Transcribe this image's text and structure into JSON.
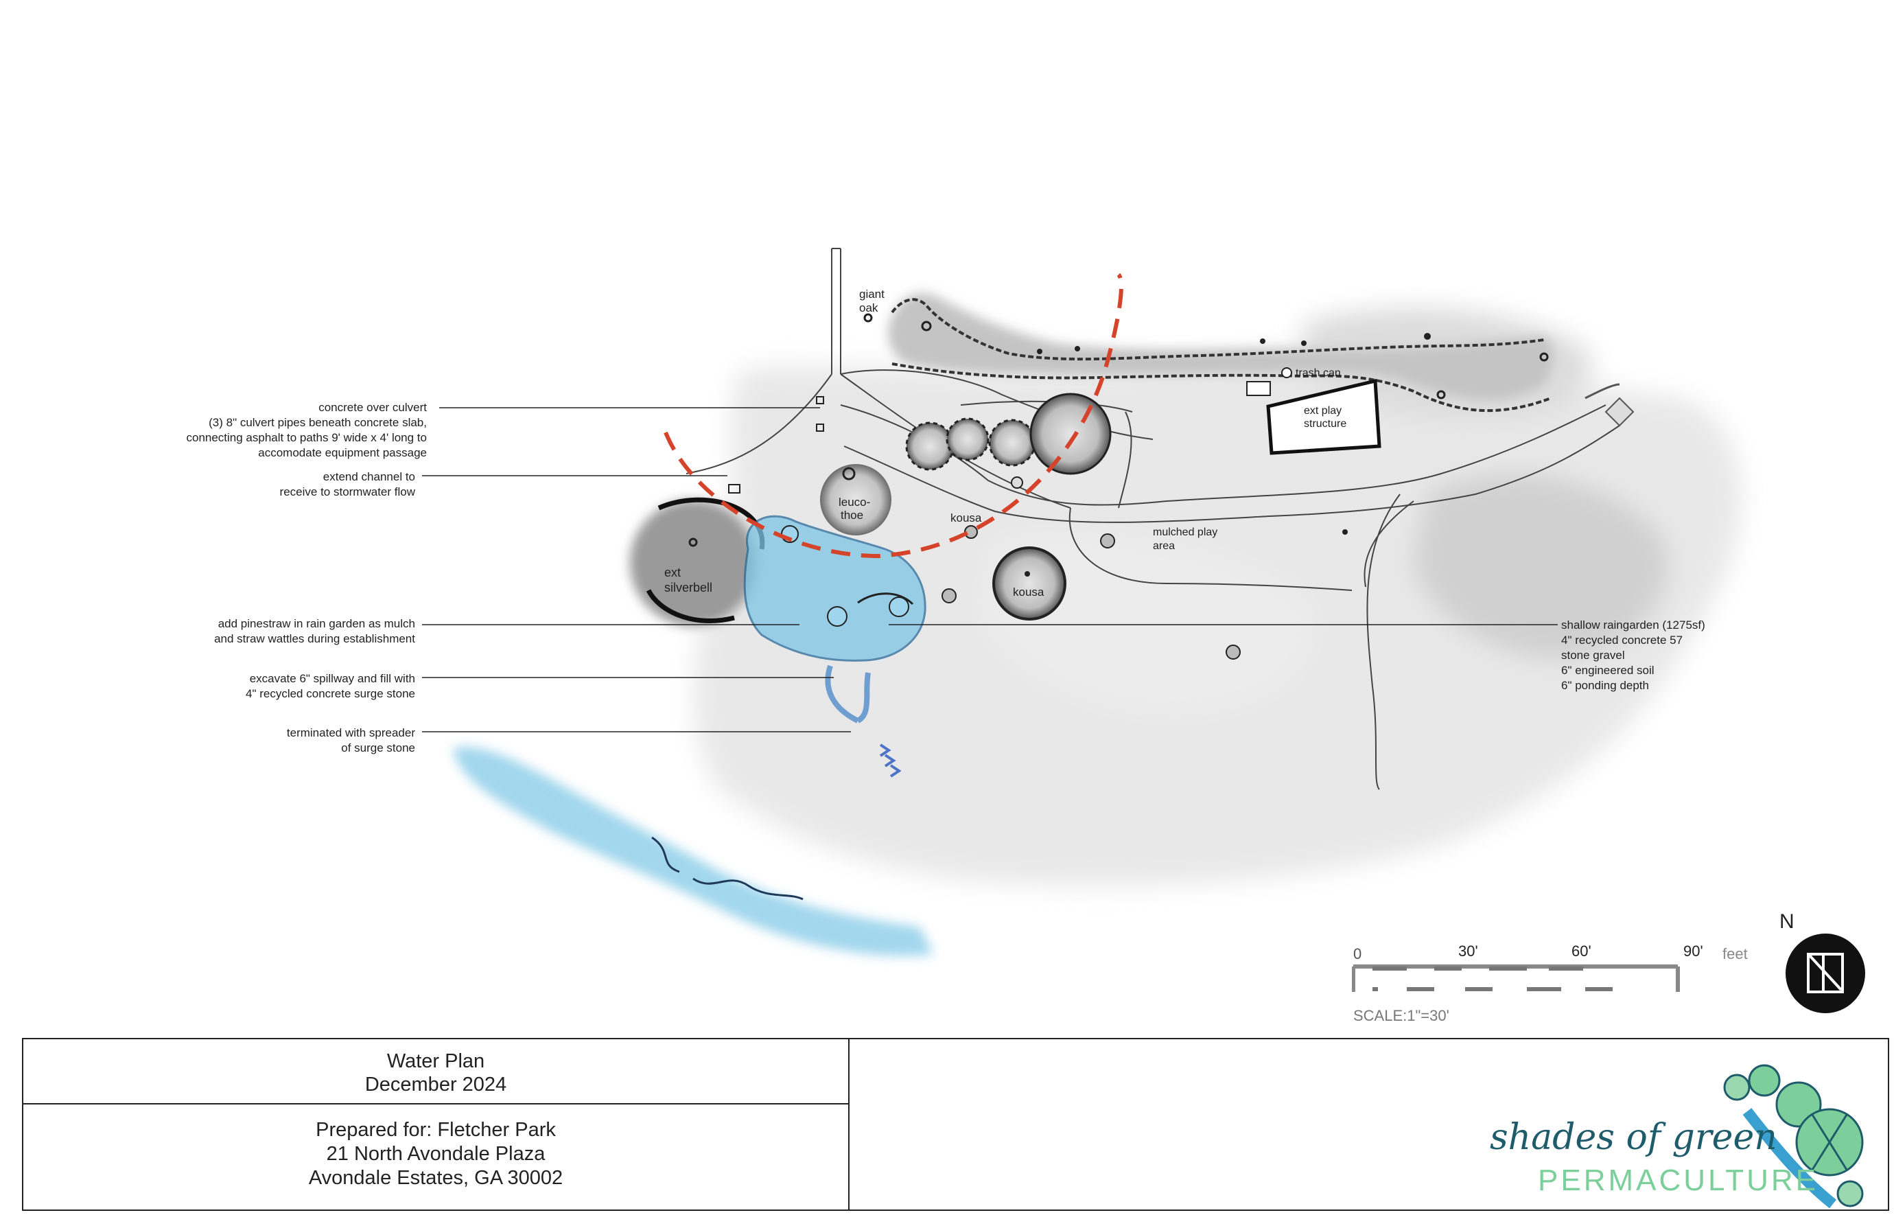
{
  "plan": {
    "labels": {
      "giant_oak": [
        "giant",
        "oak"
      ],
      "leucothoe": [
        "leuco-",
        "thoe"
      ],
      "kousa_upper": "kousa",
      "kousa_lower": "kousa",
      "ext_silverbell": [
        "ext",
        "silverbell"
      ],
      "mulched_play_area": [
        "mulched play",
        "area"
      ],
      "trash_can": "trash can",
      "ext_play_structure": [
        "ext play",
        "structure"
      ]
    },
    "callouts_left": [
      {
        "lines": [
          "concrete over culvert",
          "(3) 8\" culvert pipes beneath concrete slab,",
          "connecting asphalt to paths 9' wide x 4' long to",
          "accomodate equipment passage"
        ]
      },
      {
        "lines": [
          "extend channel to",
          "receive to stormwater flow"
        ]
      },
      {
        "lines": [
          "add pinestraw in rain garden as mulch",
          "and straw wattles during establishment"
        ]
      },
      {
        "lines": [
          "excavate 6\" spillway and fill with",
          "4\" recycled concrete surge stone"
        ]
      },
      {
        "lines": [
          "terminated with spreader",
          "of surge stone"
        ]
      }
    ],
    "callout_right": {
      "lines": [
        "shallow raingarden (1275sf)",
        "4\" recycled concrete 57",
        "stone gravel",
        "6\" engineered soil",
        "6\" ponding depth"
      ]
    }
  },
  "scale_bar": {
    "ticks": [
      "0",
      "30'",
      "60'",
      "90'"
    ],
    "unit": "feet",
    "scale_text": "SCALE:1\"=30'",
    "north": "N"
  },
  "title_block": {
    "title": "Water Plan",
    "date": "December 2024",
    "prepared_for": "Prepared for: Fletcher Park",
    "address1": "21 North Avondale Plaza",
    "address2": "Avondale Estates, GA 30002"
  },
  "logo": {
    "script_text": "shades of green",
    "word": "PERMACULTURE"
  },
  "colors": {
    "water": "#7cc6e6",
    "redline": "#d6432b",
    "brand_teal": "#1f5c6b",
    "brand_green": "#7ccf9a"
  }
}
